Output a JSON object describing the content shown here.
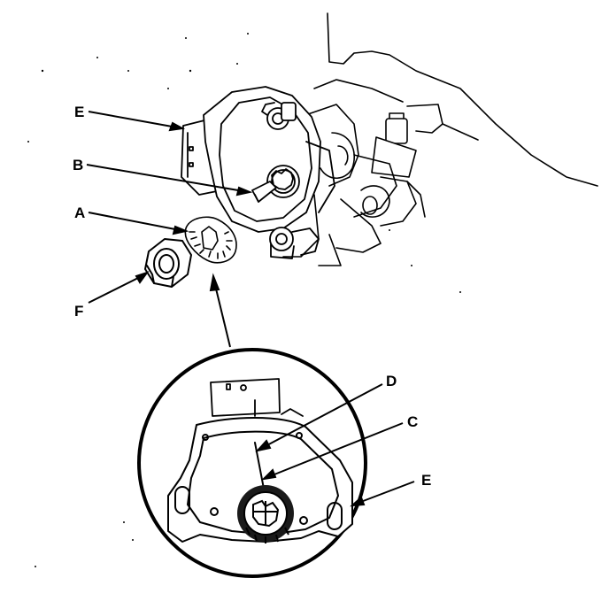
{
  "diagram": {
    "colors": {
      "ink": "#000000",
      "paper": "#ffffff",
      "shade": "#d8d8d8"
    },
    "callouts": {
      "E_top": "E",
      "B": "B",
      "A": "A",
      "F": "F",
      "D": "D",
      "C": "C",
      "E_detail": "E"
    }
  }
}
